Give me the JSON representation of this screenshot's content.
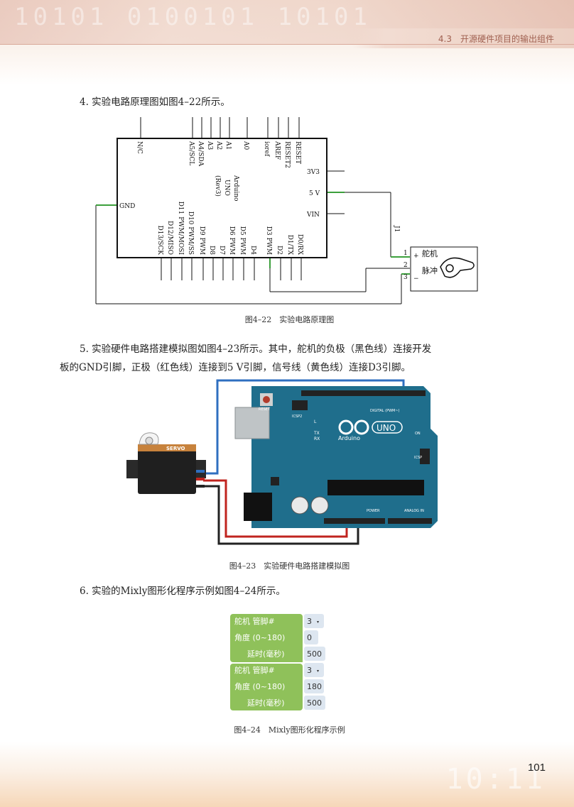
{
  "header": {
    "section_title": "4.3　开源硬件项目的输出组件",
    "decoration": "10101 0100101 10101"
  },
  "paragraphs": {
    "p4": "4.  实验电路原理图如图4–22所示。",
    "p5_line1": "5.  实验硬件电路搭建模拟图如图4–23所示。其中，舵机的负极（黑色线）连接开发",
    "p5_line2": "板的GND引脚，正极（红色线）连接到5 V引脚，信号线（黄色线）连接D3引脚。",
    "p6": "6.  实验的Mixly图形化程序示例如图4–24所示。"
  },
  "fig22": {
    "caption": "图4–22　实验电路原理图",
    "top_labels": [
      "N/C",
      "A5/SCL",
      "A4/SDA",
      "A3",
      "A2",
      "A1",
      "A0",
      "ioref",
      "AREF",
      "RESET2",
      "RESET"
    ],
    "board_name": "Arduino",
    "board_model": "UNO",
    "board_rev": "(Rev3)",
    "right_labels": [
      "3V3",
      "5 V",
      "VIN"
    ],
    "left_label": "GND",
    "bottom_labels": [
      "D13/SCK",
      "D12/MISO",
      "D11 PWM/MOSI",
      "D10 PWM/SS",
      "D9 PWM",
      "D8",
      "D7",
      "D6 PWM",
      "D5 PWM",
      "D4",
      "D3 PWM",
      "D2",
      "D1/TX",
      "D0/RX"
    ],
    "servo_ref": "J1",
    "servo_pins": [
      "1",
      "2",
      "3"
    ],
    "servo_signs": [
      "+",
      "−"
    ],
    "servo_label1": "舵机",
    "servo_label2": "脉冲"
  },
  "fig23": {
    "caption": "图4–23　实验硬件电路搭建模拟图",
    "servo_text": "SERVO",
    "reset_text": "RESET",
    "icsp_text": "ICSP2",
    "icsp_right": "ICSP",
    "digital_text": "DIGITAL (PWM~)",
    "uno_text": "UNO",
    "arduino_text": "Arduino",
    "tx_text": "TX",
    "rx_text": "RX",
    "l_text": "L",
    "on_text": "ON",
    "power_text": "POWER",
    "analog_text": "ANALOG IN",
    "wire_colors": {
      "signal": "#2f6fc0",
      "power": "#c0241f",
      "ground": "#222222"
    }
  },
  "fig24": {
    "caption": "图4–24　Mixly图形化程序示例",
    "blocks": [
      {
        "label": "舵机  管脚#",
        "value": "3",
        "dropdown": true
      },
      {
        "label": "角度 (0~180)",
        "value": "0",
        "dropdown": false
      },
      {
        "label": "延时(毫秒)",
        "value": "500",
        "dropdown": false
      },
      {
        "label": "舵机  管脚#",
        "value": "3",
        "dropdown": true
      },
      {
        "label": "角度 (0~180)",
        "value": "180",
        "dropdown": false
      },
      {
        "label": "延时(毫秒)",
        "value": "500",
        "dropdown": false
      }
    ],
    "block_color": "#8fc15a",
    "input_color": "#dde6f0"
  },
  "footer": {
    "page_number": "101",
    "decoration": "10:11"
  }
}
